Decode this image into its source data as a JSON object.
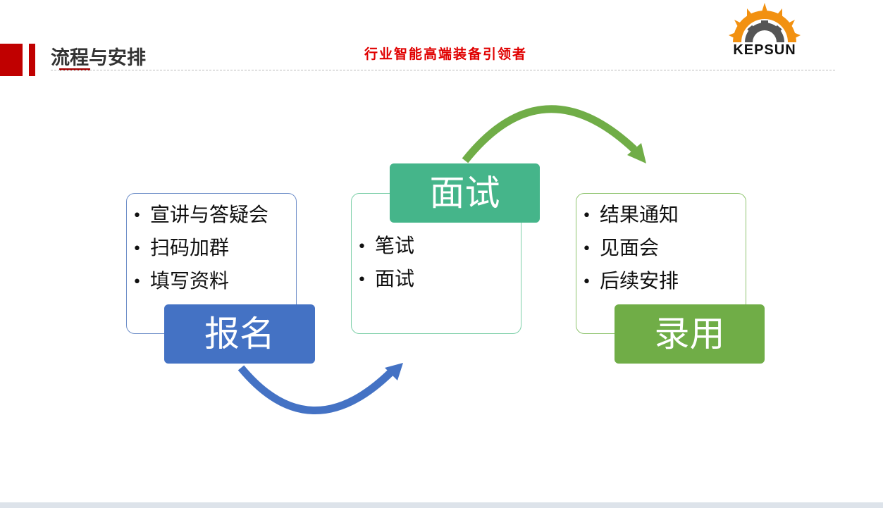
{
  "header": {
    "title": "流程与安排",
    "tagline": "行业智能高端装备引领者",
    "logo_text": "KEPSUN"
  },
  "steps": [
    {
      "label": "报名",
      "items": [
        "宣讲与答疑会",
        "扫码加群",
        "填写资料"
      ],
      "color": "#4472c4"
    },
    {
      "label": "面试",
      "items": [
        "笔试",
        "面试"
      ],
      "color": "#45b58a"
    },
    {
      "label": "录用",
      "items": [
        "结果通知",
        "见面会",
        "后续安排"
      ],
      "color": "#70ad47"
    }
  ]
}
